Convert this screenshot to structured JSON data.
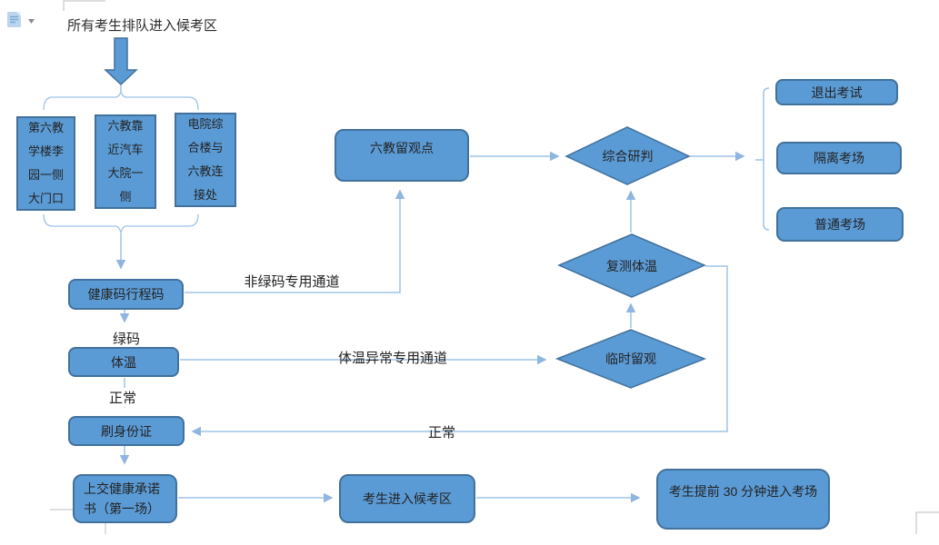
{
  "window": {
    "paste_options_icon": "paste-options-icon",
    "dropdown_arrow_icon": "chevron-down-icon"
  },
  "flowchart": {
    "title": "所有考生排队进入候考区",
    "entry_boxes": [
      {
        "label": "第六教学楼李园一侧大门口"
      },
      {
        "label": "六教靠近汽车大院一侧"
      },
      {
        "label": "电院综合楼与六教连接处"
      }
    ],
    "nodes": {
      "health_code": "健康码行程码",
      "observation_point": "六教留观点",
      "comprehensive_judgement": "综合研判",
      "exit_exam": "退出考试",
      "isolation_room": "隔离考场",
      "normal_room": "普通考场",
      "retest_temperature": "复测体温",
      "temporary_observation": "临时留观",
      "temperature": "体温",
      "id_card_check": "刷身份证",
      "health_commitment": "上交健康承诺书（第一场）",
      "enter_waiting_area": "考生进入候考区",
      "enter_exam_room": "考生提前 30 分钟进入考场"
    },
    "edge_labels": {
      "non_green_channel": "非绿码专用通道",
      "green_code": "绿码",
      "abnormal_temp_channel": "体温异常专用通道",
      "normal_after_temperature": "正常",
      "normal_after_retest": "正常"
    },
    "colors": {
      "shape_fill": "#5b9bd5",
      "shape_border": "#41719c",
      "connector": "#9dc3e6",
      "text": "#222222"
    }
  }
}
